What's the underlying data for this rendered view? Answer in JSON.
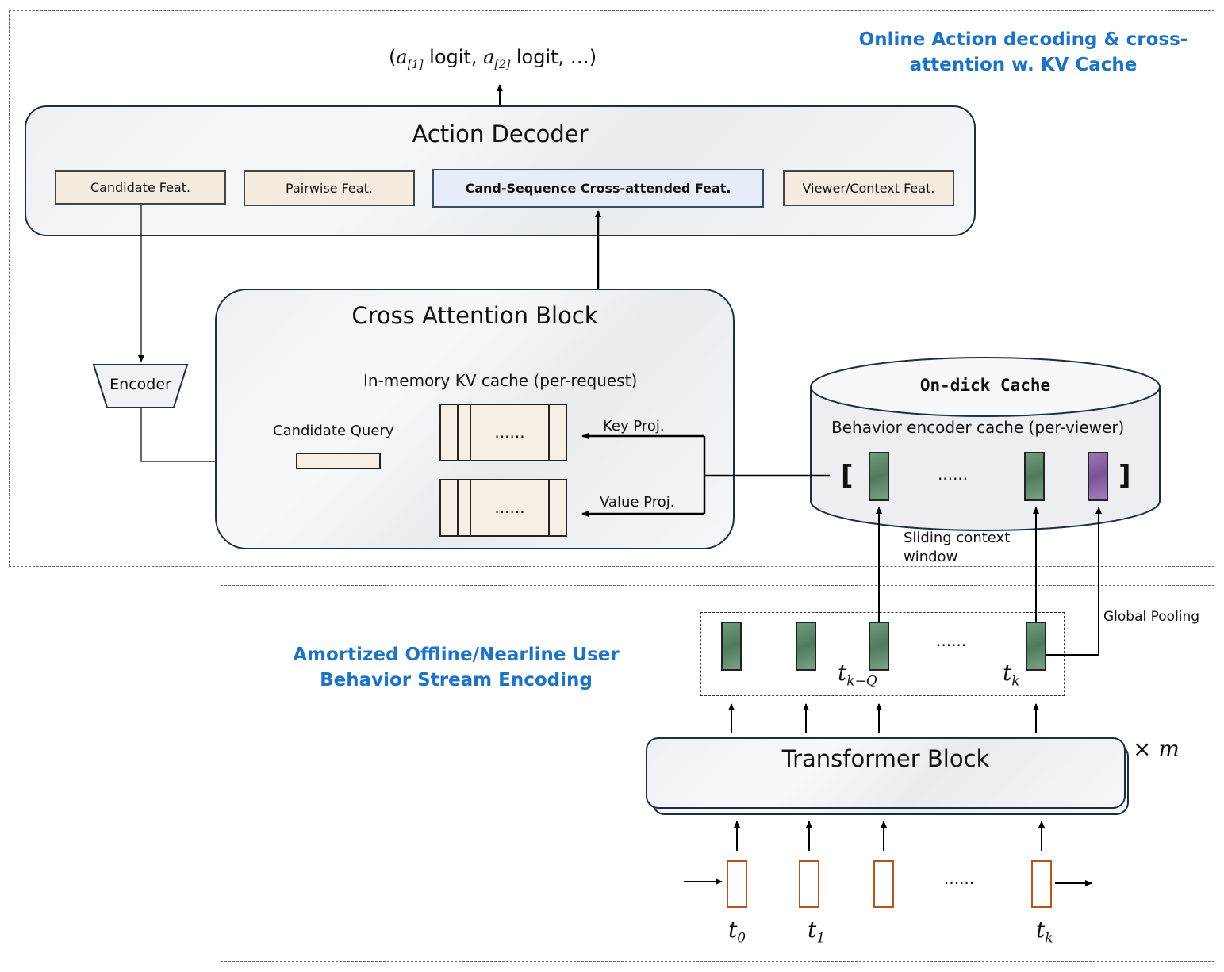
{
  "top_region": {
    "title_line1": "Online Action decoding & cross-",
    "title_line2": "attention w. KV Cache"
  },
  "bottom_region": {
    "title_line1": "Amortized Offline/Nearline User",
    "title_line2": "Behavior Stream Encoding"
  },
  "output": {
    "a1": "a",
    "a1_sub": "[1]",
    "a1_text": " logit, ",
    "a2": "a",
    "a2_sub": "[2]",
    "a2_text": " logit, …)",
    "open": "("
  },
  "action_decoder": {
    "title": "Action Decoder",
    "features": [
      "Candidate Feat.",
      "Pairwise Feat.",
      "Cand-Sequence Cross-attended Feat.",
      "Viewer/Context Feat."
    ]
  },
  "cross_attention": {
    "title": "Cross Attention Block",
    "kv_cache_label": "In-memory KV cache (per-request)",
    "candidate_query": "Candidate Query",
    "dots": "......",
    "key_proj": "Key Proj.",
    "value_proj": "Value Proj."
  },
  "encoder": {
    "label": "Encoder"
  },
  "disk_cache": {
    "title": "On-dick Cache",
    "subtitle": "Behavior encoder cache (per-viewer)",
    "open_bracket": "[",
    "close_bracket": "]",
    "dots": "......"
  },
  "sliding_window": {
    "line1": "Sliding context",
    "line2": "window"
  },
  "global_pooling": "Global Pooling",
  "embeddings": {
    "dots": "......",
    "t_kQ": "t",
    "t_kQ_sub": "k−Q",
    "t_k": "t",
    "t_k_sub": "k"
  },
  "transformer": {
    "title": "Transformer Block",
    "repeat": "× ",
    "repeat_var": "m"
  },
  "inputs": {
    "dots": "......",
    "labels": [
      {
        "t": "t",
        "sub": "0"
      },
      {
        "t": "t",
        "sub": "1"
      },
      {
        "t": "t",
        "sub": "k"
      }
    ]
  },
  "colors": {
    "accent_blue": "#1f73c4",
    "token_orange": "#b5531c",
    "embedding_green": "#5f8a6c",
    "embedding_purple": "#8a63a6"
  }
}
